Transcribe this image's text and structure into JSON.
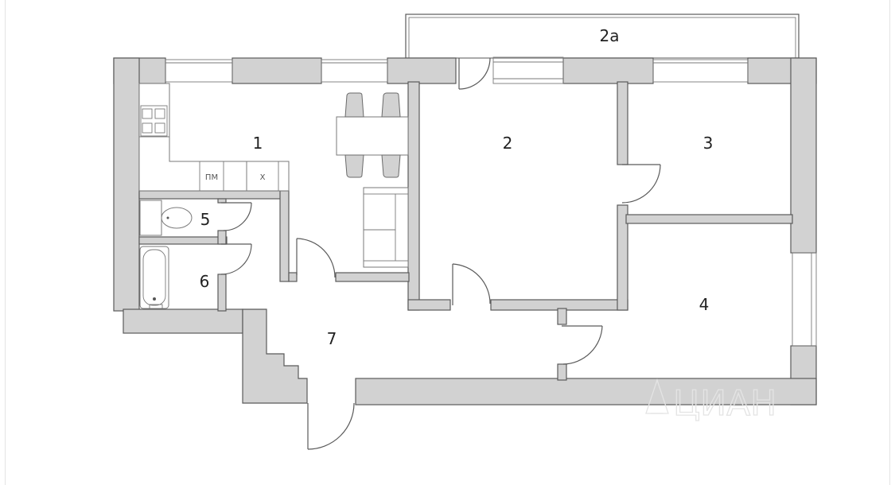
{
  "rooms": {
    "r1": "1",
    "r2": "2",
    "r2a": "2а",
    "r3": "3",
    "r4": "4",
    "r5": "5",
    "r6": "6",
    "r7": "7"
  },
  "appliances": {
    "dishwasher": "ПМ",
    "fridge": "Х"
  },
  "watermark": "ЦИАН",
  "colors": {
    "wall_fill": "#d2d2d2",
    "wall_stroke": "#5a5a5a",
    "background": "#ffffff"
  }
}
